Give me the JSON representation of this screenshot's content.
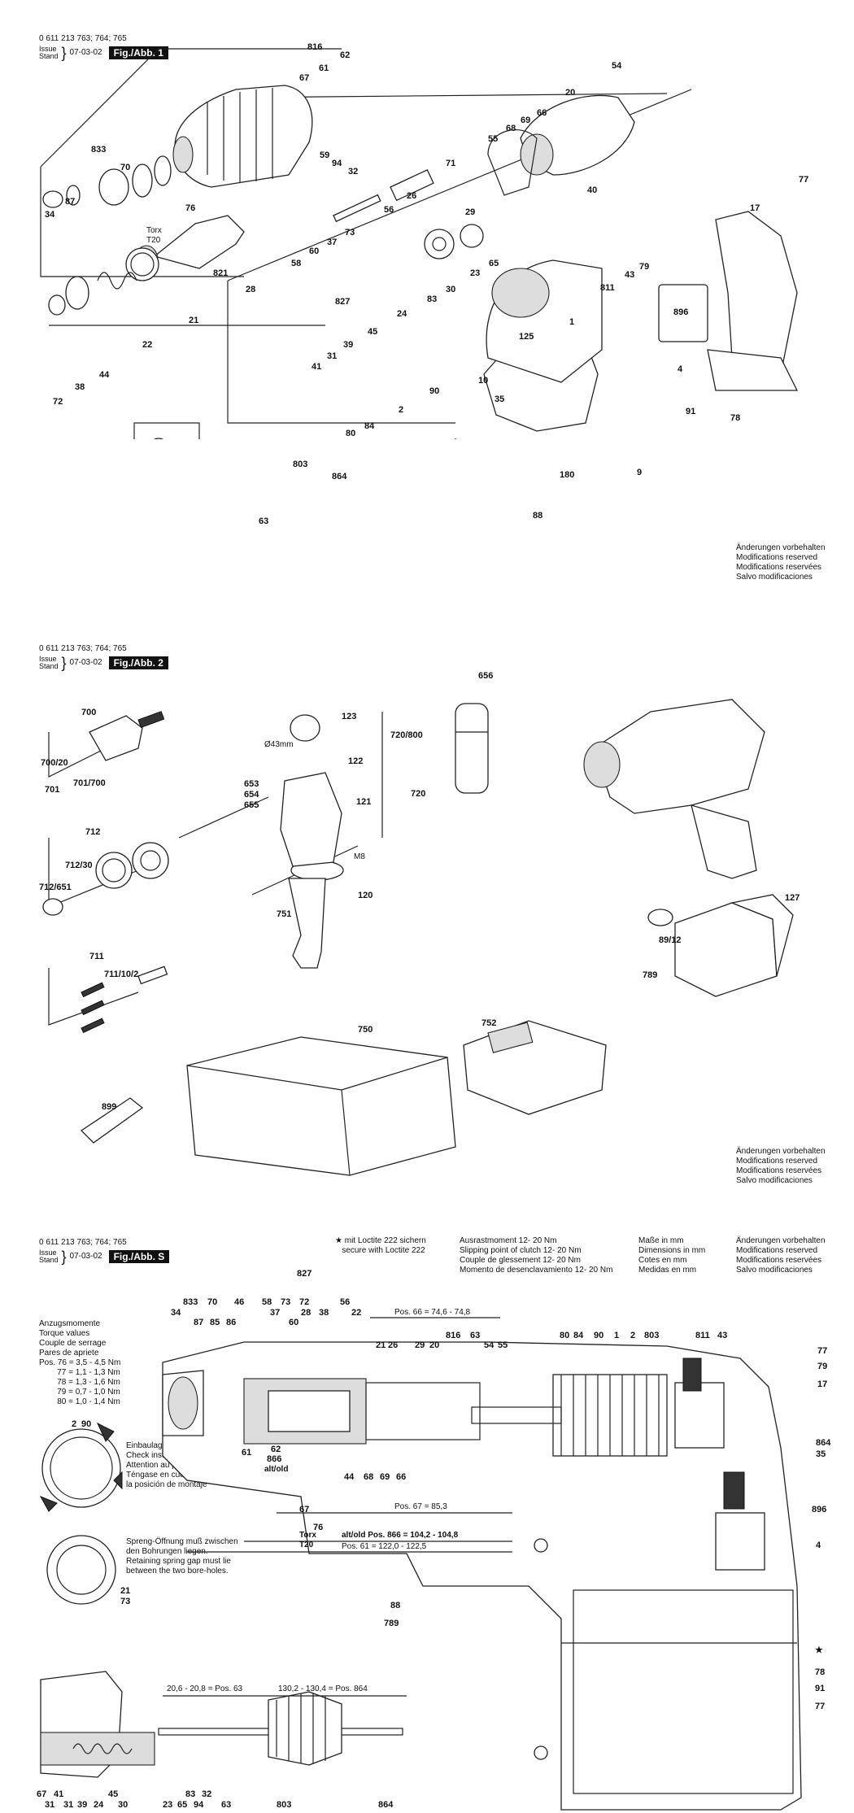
{
  "header": {
    "part_numbers": "0 611 213 763; 764; 765",
    "issue_label": "Issue",
    "stand_label": "Stand",
    "date": "07-03-02"
  },
  "notice": [
    "Änderungen vorbehalten",
    "Modifications reserved",
    "Modifications reservées",
    "Salvo modificaciones"
  ],
  "sheet1": {
    "fig_label": "Fig./Abb. 1",
    "torx": [
      "Torx",
      "T20"
    ],
    "labels": [
      "816",
      "62",
      "61",
      "67",
      "54",
      "20",
      "833",
      "70",
      "59",
      "94",
      "32",
      "55",
      "68",
      "69",
      "66",
      "71",
      "29",
      "40",
      "77",
      "17",
      "34",
      "87",
      "76",
      "26",
      "56",
      "73",
      "28",
      "58",
      "60",
      "37",
      "827",
      "30",
      "23",
      "65",
      "811",
      "43",
      "79",
      "896",
      "821",
      "21",
      "22",
      "24",
      "45",
      "39",
      "83",
      "41",
      "31",
      "125",
      "1",
      "10",
      "4",
      "72",
      "38",
      "44",
      "90",
      "35",
      "91",
      "78",
      "80",
      "84",
      "2",
      "180",
      "9",
      "803",
      "864",
      "63",
      "88"
    ]
  },
  "sheet2": {
    "fig_label": "Fig./Abb. 2",
    "dimension": "Ø43mm",
    "thread": "M8",
    "labels": [
      "700",
      "700/20",
      "701",
      "701/700",
      "123",
      "122",
      "720/800",
      "720",
      "121",
      "656",
      "653",
      "654",
      "655",
      "712",
      "712/30",
      "712/651",
      "751",
      "120",
      "127",
      "89/12",
      "789",
      "711",
      "711/10/2",
      "750",
      "752",
      "899"
    ]
  },
  "sheet3": {
    "fig_label": "Fig./Abb. S",
    "loctite": [
      "★ mit Loctite 222 sichern",
      "secure with Loctite 222"
    ],
    "clutch": [
      "Ausrastmoment 12- 20 Nm",
      "Slipping point of clutch 12- 20 Nm",
      "Couple de glessement 12- 20 Nm",
      "Momento de desenclavamiento 12- 20 Nm"
    ],
    "dims": [
      "Maße in mm",
      "Dimensions in mm",
      "Cotes en mm",
      "Medidas en mm"
    ],
    "torque_title": [
      "Anzugsmomente",
      "Torque values",
      "Couple de serrage",
      "Pares de apriete"
    ],
    "torque_values": [
      "Pos. 76 = 3,5 - 4,5 Nm",
      "77 = 1,1 - 1,3 Nm",
      "78 = 1,3 - 1,6 Nm",
      "79 = 0,7 - 1,0 Nm",
      "80 = 1,0 - 1,4 Nm"
    ],
    "install_note": [
      "Einbaulage beachten",
      "Check installation position",
      "Attention au positionnement",
      "Téngase en cuenta",
      "la posición de montaje"
    ],
    "spring_note": [
      "Spreng-Öffnung muß zwischen",
      "den Bohrungen liegen.",
      "Retaining spring gap must lie",
      "between the two bore-holes."
    ],
    "pos66": "Pos. 66 = 74,6 - 74,8",
    "pos67": "Pos. 67 = 85,3",
    "pos866": "alt/old Pos. 866 = 104,2 - 104,8",
    "pos61": "Pos. 61 = 122,0 - 122,5",
    "pos63": "20,6 - 20,8 = Pos. 63",
    "pos864": "130,2 - 130,4 = Pos. 864",
    "altold": "alt/old",
    "torx": [
      "Torx",
      "T20"
    ],
    "labels": [
      "827",
      "833",
      "70",
      "46",
      "58",
      "73",
      "72",
      "56",
      "34",
      "87",
      "85",
      "86",
      "37",
      "28",
      "38",
      "22",
      "60",
      "21",
      "26",
      "29",
      "20",
      "816",
      "63",
      "54",
      "55",
      "80",
      "84",
      "90",
      "1",
      "2",
      "803",
      "811",
      "43",
      "77",
      "79",
      "17",
      "2",
      "90",
      "61",
      "62",
      "866",
      "44",
      "68",
      "69",
      "66",
      "864",
      "35",
      "67",
      "76",
      "896",
      "4",
      "21",
      "73",
      "88",
      "789",
      "★",
      "78",
      "91",
      "77",
      "67",
      "31",
      "41",
      "31",
      "39",
      "24",
      "45",
      "30",
      "23",
      "65",
      "83",
      "94",
      "32",
      "63",
      "803",
      "864"
    ]
  }
}
